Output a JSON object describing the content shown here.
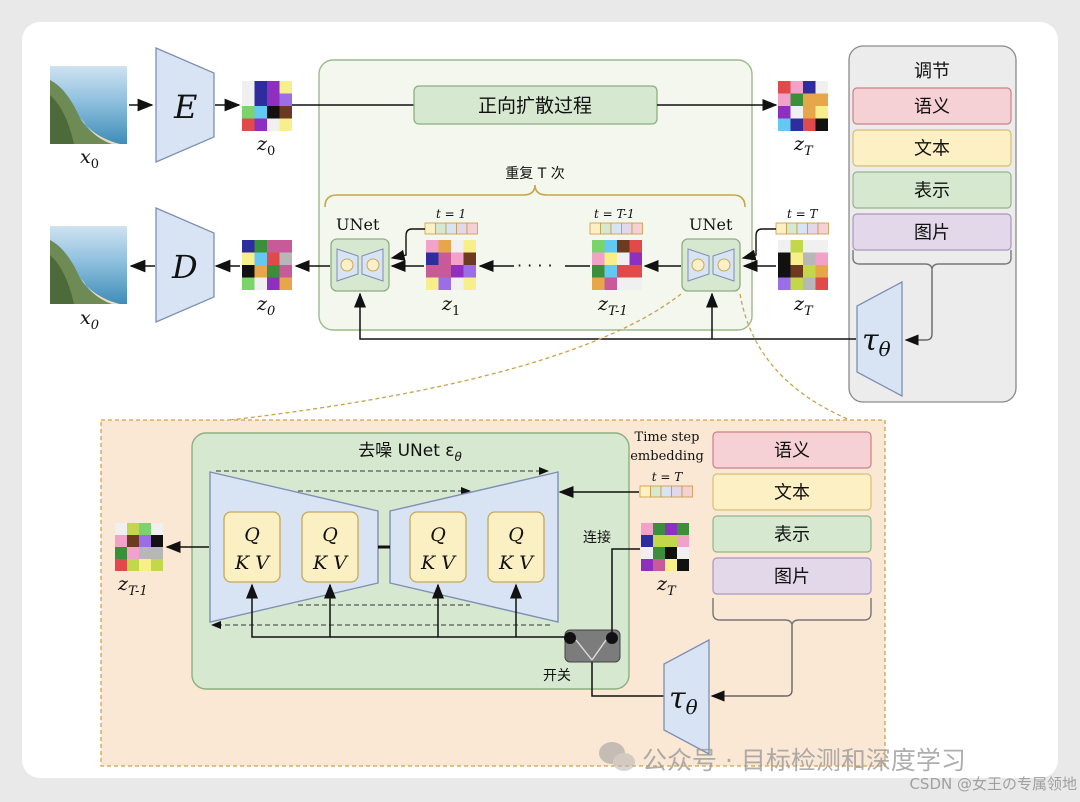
{
  "encoder_label": "E",
  "decoder_label": "D",
  "x0_label": "x",
  "x0_sub": "0",
  "z0_label": "z",
  "z0_sub": "0",
  "z1_label": "z",
  "z1_sub": "1",
  "zT_label": "z",
  "zT_sub": "T",
  "zTm1_label": "z",
  "zTm1_sub": "T-1",
  "forward_process": "正向扩散过程",
  "repeat_label": "重复 T 次",
  "unet_label": "UNet",
  "t1_label": "t = 1",
  "tTm1_label": "t = T-1",
  "tT_label": "t = T",
  "dots": "· · · ·",
  "tau_label": "τ",
  "tau_sub": "θ",
  "conditioning": {
    "title": "调节",
    "items": [
      "语义",
      "文本",
      "表示",
      "图片"
    ],
    "colors": [
      "#f5d0d4",
      "#fdf0c4",
      "#d6e8d0",
      "#e2d8ea"
    ],
    "borders": [
      "#c98289",
      "#d9be73",
      "#93b58a",
      "#a996bd"
    ]
  },
  "denoise_title": "去噪 UNet ε",
  "denoise_sub": "θ",
  "qkv": [
    "Q",
    "K V"
  ],
  "timestep_embedding": [
    "Time step",
    "embedding"
  ],
  "concat_label": "连接",
  "switch_label": "开关",
  "watermark": "公众号 · 目标检测和深度学习",
  "csdn_credit": "CSDN @女王の专属领地"
}
